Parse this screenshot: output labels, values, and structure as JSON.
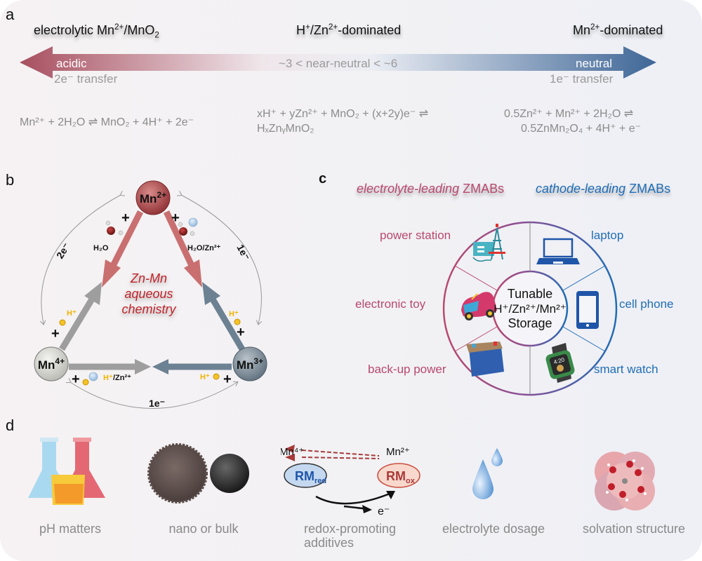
{
  "panel_a": {
    "label": "a",
    "headers": {
      "left": {
        "pre": "electrolytic Mn",
        "sup": "2+",
        "mid": "/MnO",
        "sub": "2"
      },
      "center": {
        "p1": "H",
        "s1": "+",
        "p2": "/Zn",
        "s2": "2+",
        "p3": "-dominated"
      },
      "right": {
        "p1": "Mn",
        "s1": "2+",
        "p2": "-dominated"
      }
    },
    "ph_arrow": {
      "left_label": "acidic",
      "left_sub": "2e⁻ transfer",
      "center_label": "~3 < near-neutral < ~6",
      "right_label": "neutral",
      "right_sub": "1e⁻ transfer",
      "left_color": "#a84f60",
      "right_color": "#3f6797"
    },
    "equations": {
      "left": "Mn²⁺ + 2H₂O ⇌ MnO₂ + 4H⁺ + 2e⁻",
      "center_line1": "xH⁺ + yZn²⁺ + MnO₂ + (x+2y)e⁻ ⇌",
      "center_line2": "HₓZnᵧMnO₂",
      "right_line1": "0.5Zn²⁺ + Mn²⁺ + 2H₂O  ⇌",
      "right_line2": "0.5ZnMn₂O₄ + 4H⁺ + e⁻"
    }
  },
  "panel_b": {
    "label": "b",
    "nodes": {
      "top": "Mn",
      "top_sup": "2+",
      "left": "Mn",
      "left_sup": "4+",
      "right": "Mn",
      "right_sup": "3+"
    },
    "center_text": [
      "Zn-Mn",
      "aqueous",
      "chemistry"
    ],
    "labels": {
      "h2o": "H₂O",
      "h2o_zn": "H₂O/Zn²⁺",
      "two_e": "2e⁻",
      "one_e_right": "1e⁻",
      "one_e_bottom": "1e⁻",
      "h_plus": "H⁺",
      "h_zn": "/Zn²⁺",
      "plus": "+"
    }
  },
  "panel_c": {
    "label": "c",
    "titles": {
      "left_italic": "electrolyte-leading",
      "left_rest": " ZMABs",
      "right_italic": "cathode-leading",
      "right_rest": " ZMABs"
    },
    "center": [
      "Tunable",
      "H⁺/Zn²⁺/Mn²⁺",
      "Storage"
    ],
    "left_apps": [
      "power station",
      "electronic toy",
      "back-up power"
    ],
    "right_apps": [
      "laptop",
      "cell phone",
      "smart watch"
    ],
    "watch_time": "4:20"
  },
  "panel_d": {
    "label": "d",
    "items": [
      "pH matters",
      "nano or bulk",
      "redox-promoting\nadditives",
      "electrolyte dosage",
      "solvation structure"
    ],
    "redox": {
      "mn4": "Mn⁴⁺",
      "mn2": "Mn²⁺",
      "rm_red": "RM",
      "rm_red_sub": "red",
      "rm_ox": "RM",
      "rm_ox_sub": "ox",
      "electron": "e⁻"
    }
  }
}
